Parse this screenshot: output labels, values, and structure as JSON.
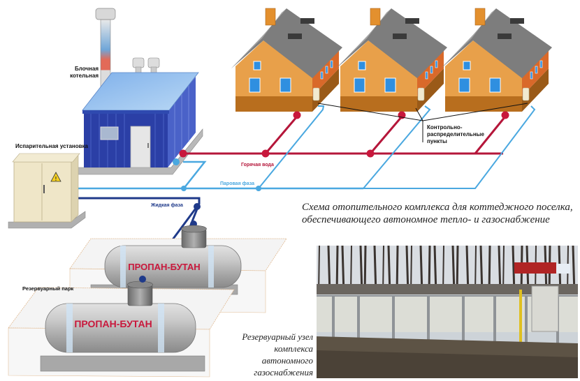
{
  "labels": {
    "boiler_house": [
      "Блочная",
      "котельная"
    ],
    "evaporator": "Испарительная установка",
    "hot_water": "Горячая вода",
    "vapor_phase": "Паровая фаза",
    "liquid_phase": "Жидкая фаза",
    "control_points": [
      "Контрольно-",
      "распределительные",
      "пункты"
    ],
    "tank_park": "Резервуарный парк",
    "tank_text": "ПРОПАН-БУТАН"
  },
  "captions": {
    "main": [
      "Схема отопительного комплекса для коттеджного поселка,",
      "обеспечивающего автономное тепло- и газоснабжение"
    ],
    "tank_node": [
      "Резервуарный узел",
      "комплекса",
      "автономного",
      "газоснабжения"
    ]
  },
  "colors": {
    "hot_water_pipe": "#b5163a",
    "vapor_pipe": "#4aa8e0",
    "liquid_pipe": "#1f3a8a",
    "house_wall": "#e8a04a",
    "house_side": "#d9692a",
    "roof": "#7d7d7d",
    "window": "#2f8fe0",
    "boiler_blue": "#2b3fa6",
    "tank_label": "#c8183c"
  },
  "photo": {
    "description": "Photo of fenced reservoir node with gas tanks, birch forest and truck in background"
  }
}
